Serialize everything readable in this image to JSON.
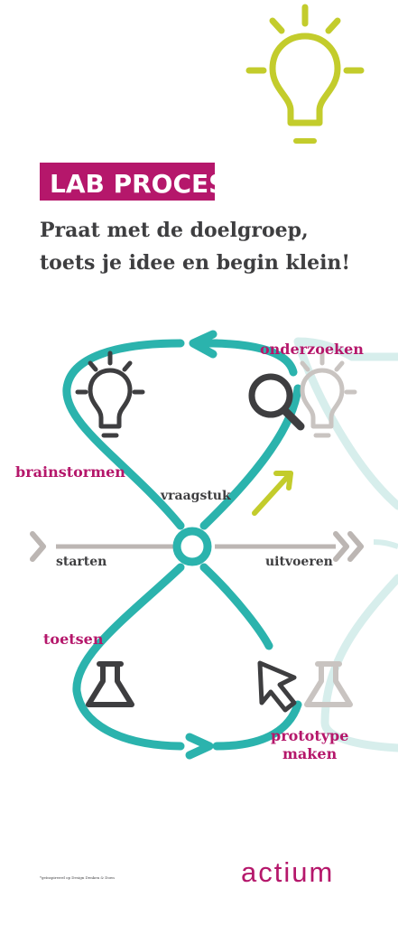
{
  "header": {
    "title": "LAB PROCES",
    "subtitle_line1": "Praat met de doelgroep,",
    "subtitle_line2": "toets je idee en begin klein!"
  },
  "diagram": {
    "labels": {
      "onderzoeken": "onderzoeken",
      "brainstormen": "brainstormen",
      "vraagstuk": "vraagstuk",
      "starten": "starten",
      "uitvoeren": "uitvoeren",
      "toetsen": "toetsen",
      "prototype": "prototype",
      "maken": "maken"
    },
    "icons": [
      "lightbulb-icon",
      "search-icon",
      "flask-icon",
      "cursor-icon"
    ]
  },
  "footer": {
    "credit": "*geïnspireerd op Design Denken & Doen",
    "logo": "actium"
  },
  "colors": {
    "accent": "#b5176b",
    "teal": "#2bb3ad",
    "teal_light": "#d7eeec",
    "lime": "#c3cc2c",
    "dark": "#3e3e40",
    "gray": "#bcb6b3"
  }
}
